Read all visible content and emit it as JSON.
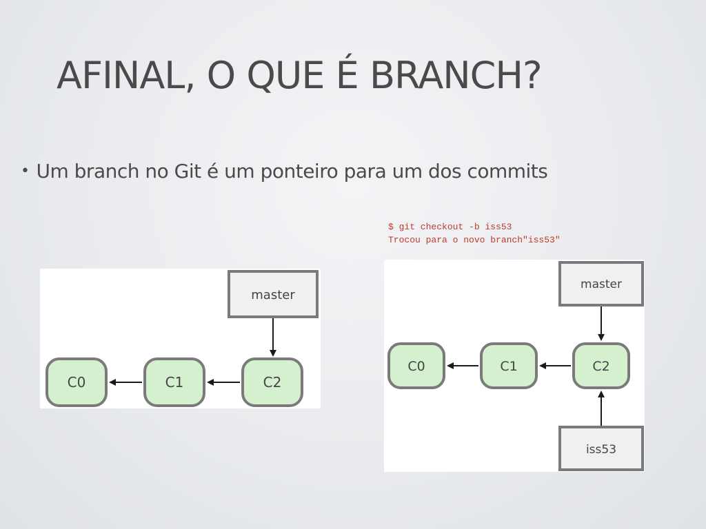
{
  "slide": {
    "title": "AFINAL, O QUE É BRANCH?",
    "bullet": "Um branch no Git é um ponteiro para um dos commits",
    "command_line_1": "$ git checkout -b iss53",
    "command_line_2": "Trocou para o novo branch\"iss53\""
  },
  "left_diagram": {
    "commits": [
      "C0",
      "C1",
      "C2"
    ],
    "pointers": {
      "master": "master"
    }
  },
  "right_diagram": {
    "commits": [
      "C0",
      "C1",
      "C2"
    ],
    "pointers": {
      "master": "master",
      "iss53": "iss53"
    }
  },
  "colors": {
    "commit_fill": "#d4f0cf",
    "pointer_fill": "#f0f0f0",
    "border": "#7a7a7a",
    "command_text": "#c0392b",
    "title_text": "#4a4a4a"
  }
}
